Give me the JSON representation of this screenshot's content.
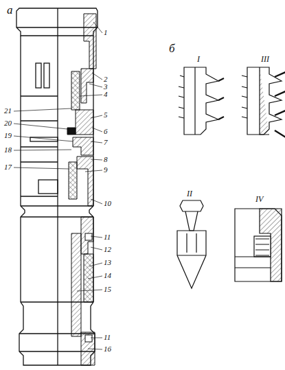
{
  "diagram": {
    "labels": [
      "а",
      "б",
      "I",
      "III",
      "II",
      "IV",
      "1",
      "2",
      "3",
      "4",
      "21",
      "5",
      "20",
      "6",
      "19",
      "7",
      "18",
      "8",
      "17",
      "9",
      "10",
      "11",
      "12",
      "13",
      "14",
      "15",
      "11",
      "16"
    ]
  }
}
